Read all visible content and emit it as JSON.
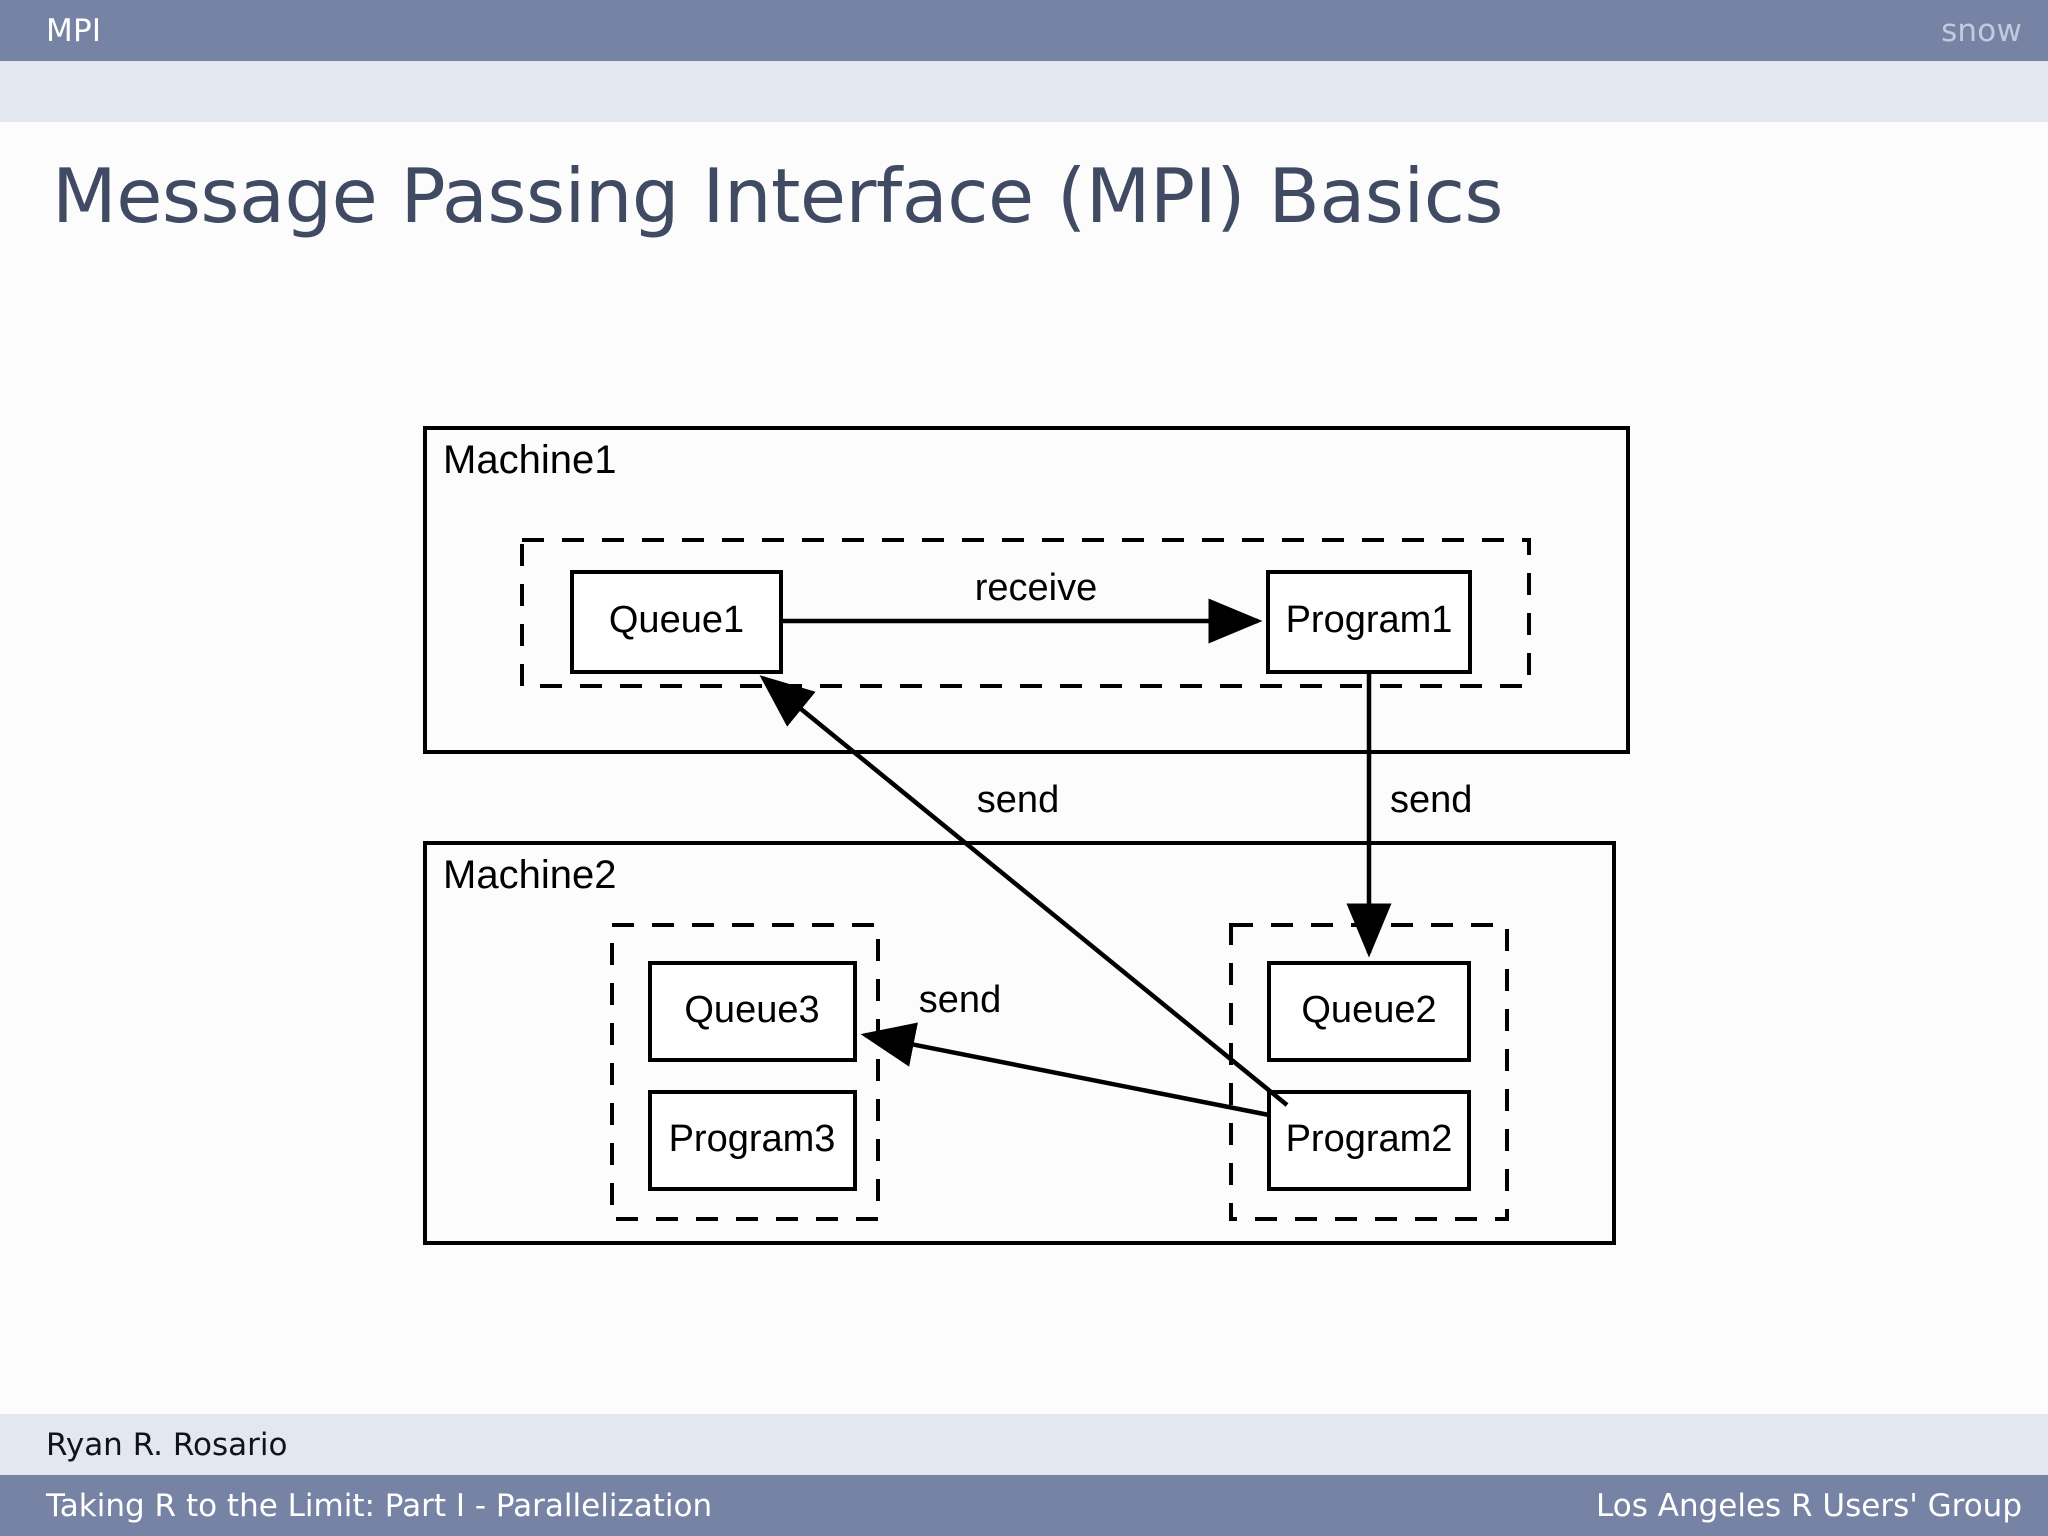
{
  "header": {
    "nav_active": "MPI",
    "nav_inactive": "snow",
    "bar_color": "#7683a4",
    "subbar_color": "#e3e7f0"
  },
  "slide": {
    "title": "Message Passing Interface (MPI) Basics",
    "title_color": "#404a63",
    "background": "#fcfcfc"
  },
  "diagram": {
    "machine1": {
      "label": "Machine1",
      "group_boxes": [
        {
          "name": "queue1",
          "label": "Queue1"
        },
        {
          "name": "program1",
          "label": "Program1"
        }
      ]
    },
    "machine2": {
      "label": "Machine2",
      "group_left": [
        {
          "name": "queue3",
          "label": "Queue3"
        },
        {
          "name": "program3",
          "label": "Program3"
        }
      ],
      "group_right": [
        {
          "name": "queue2",
          "label": "Queue2"
        },
        {
          "name": "program2",
          "label": "Program2"
        }
      ]
    },
    "edges": [
      {
        "name": "queue1-to-program1",
        "label": "receive",
        "from": "Queue1",
        "to": "Program1"
      },
      {
        "name": "program1-to-queue2",
        "label": "send",
        "from": "Program1",
        "to": "Queue2"
      },
      {
        "name": "program2-to-queue1",
        "label": "send",
        "from": "Program2",
        "to": "Queue1"
      },
      {
        "name": "program2-to-queue3",
        "label": "send",
        "from": "Program2",
        "to": "Queue3"
      }
    ],
    "edge_labels": {
      "receive": "receive",
      "send_program2_to_queue1": "send",
      "send_program1_to_queue2": "send",
      "send_program2_to_queue3": "send"
    }
  },
  "footer": {
    "author": "Ryan R. Rosario",
    "talk_title": "Taking R to the Limit: Part I - Parallelization",
    "organization": "Los Angeles R Users' Group",
    "bar_color": "#7683a4",
    "subbar_color": "#e3e7f0"
  }
}
